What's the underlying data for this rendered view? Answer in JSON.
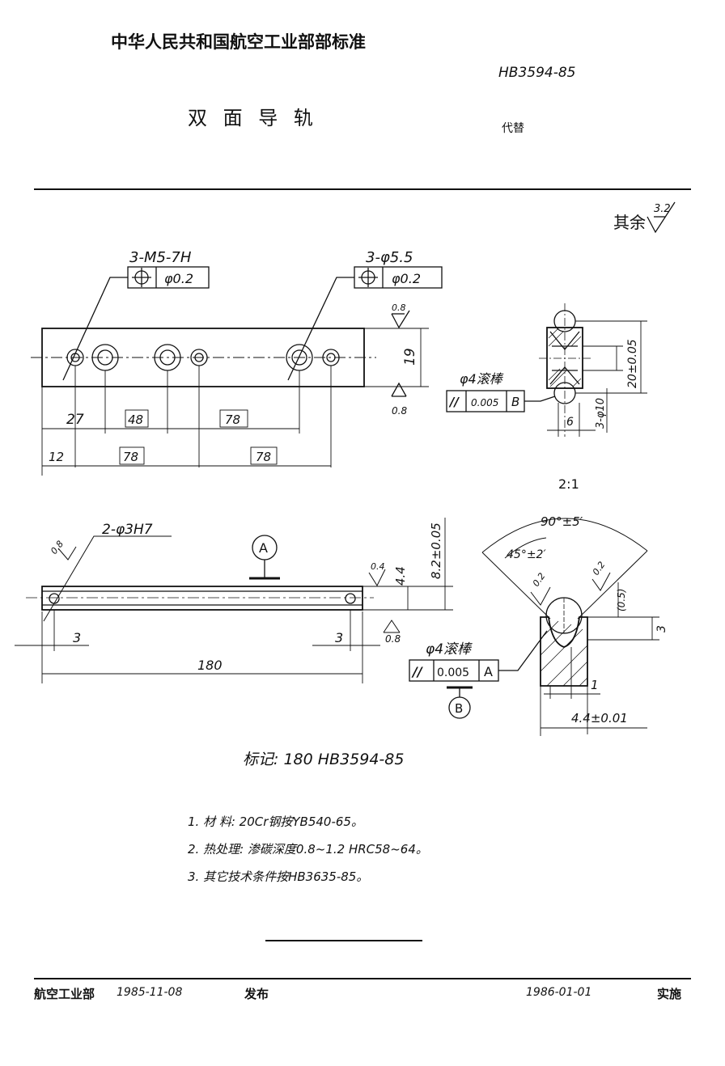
{
  "header": {
    "authority": "中华人民共和国航空工业部部标准",
    "standard_no": "HB3594-85",
    "title": "双 面 导 轨",
    "replaces": "代替"
  },
  "roughness_rest": {
    "label": "其余",
    "value": "3.2"
  },
  "drawing": {
    "top_view": {
      "callout_left": "3-M5-7H",
      "callout_left_tol": "φ0.2",
      "callout_right": "3-φ5.5",
      "callout_right_tol": "φ0.2",
      "roughness_top": "0.8",
      "roughness_bottom": "0.8",
      "height_dim": "19",
      "dim_27": "27",
      "dim_48": "48",
      "dim_78a": "78",
      "dim_12": "12",
      "dim_78b": "78",
      "dim_78c": "78"
    },
    "end_view": {
      "roller_label": "φ4滚棒",
      "parallel_symbol": "//",
      "parallel_tol": "0.005",
      "parallel_datum": "B",
      "dim_20": "20±0.05",
      "dim_6": "6",
      "dim_3phi10": "3-φ10"
    },
    "scale": "2:1",
    "side_view": {
      "pin_callout": "2-φ3H7",
      "roughness_left": "0.8",
      "datum_a": "A",
      "roughness_right_top": "0.4",
      "roughness_right_bottom": "0.8",
      "dim_44": "4.4",
      "dim_82": "8.2±0.05",
      "dim_3_left": "3",
      "dim_3_right": "3",
      "dim_180": "180"
    },
    "detail": {
      "angle_90": "90°±5′",
      "angle_45": "45°±2′",
      "roughness_02a": "0.2",
      "roughness_02b": "0.2",
      "dim_05": "(0.5)",
      "dim_3": "3",
      "roller_label": "φ4滚棒",
      "parallel_symbol": "//",
      "parallel_tol": "0.005",
      "parallel_datum": "A",
      "datum_b": "B",
      "dim_1": "1",
      "dim_44": "4.4±0.01"
    }
  },
  "marking": "标记: 180  HB3594-85",
  "notes": [
    "1.  材  料: 20Cr钢按YB540-65。",
    "2.  热处理: 渗碳深度0.8~1.2  HRC58~64。",
    "3.  其它技术条件按HB3635-85。"
  ],
  "footer": {
    "issuer": "航空工业部",
    "issue_date": "1985-11-08",
    "issue_label": "发布",
    "effective_date": "1986-01-01",
    "effective_label": "实施"
  }
}
